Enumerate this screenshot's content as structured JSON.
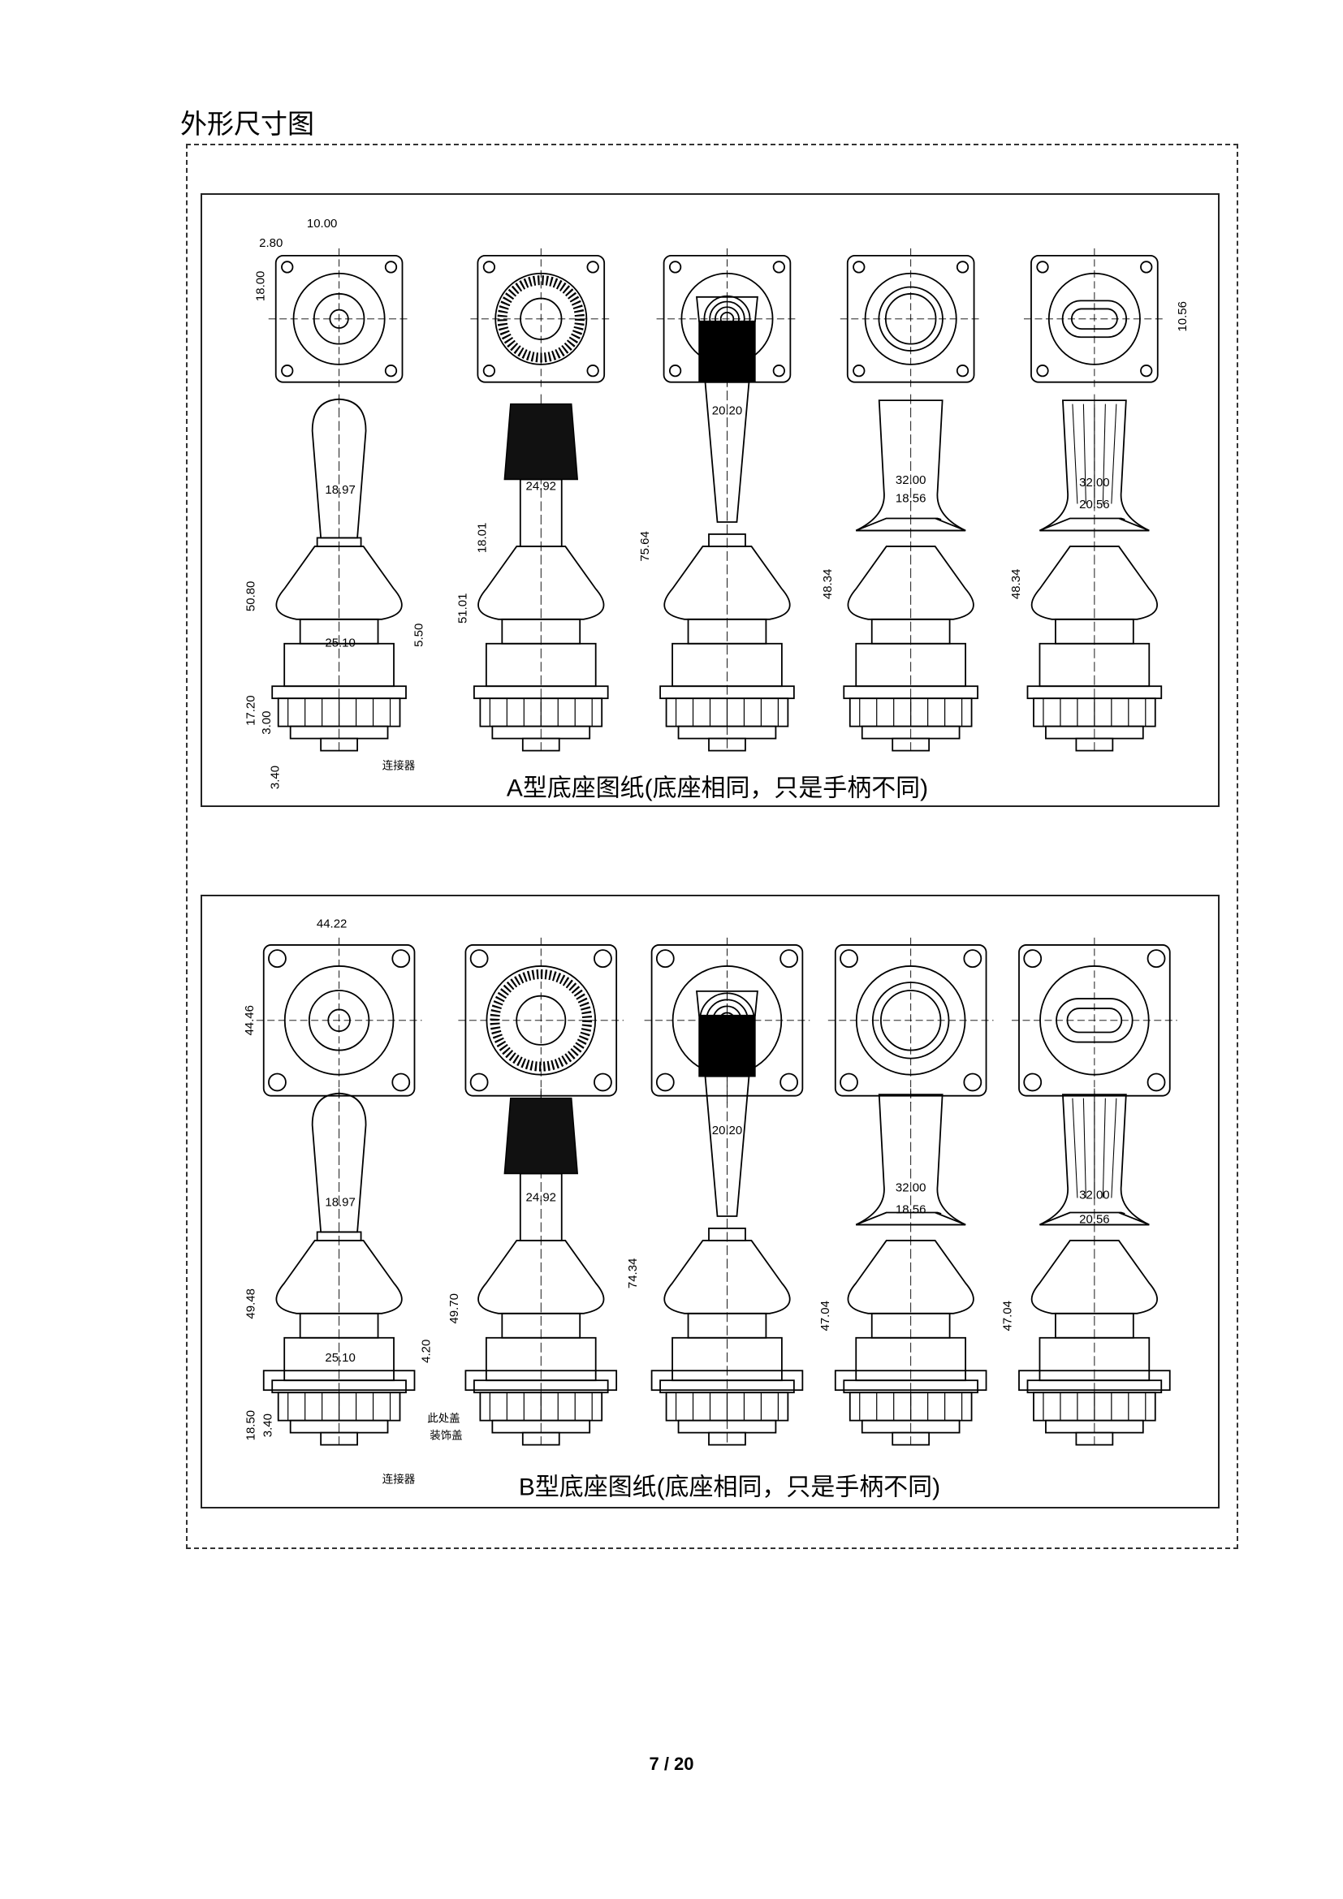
{
  "section_title": "外形尺寸图",
  "panels": [
    {
      "id": "A",
      "caption": "A型底座图纸(底座相同，只是手柄不同)",
      "labels": [
        "10.00",
        "2.80",
        "18.00",
        "10.56",
        "18.97",
        "50.80",
        "25.10",
        "5.50",
        "17.20",
        "3.00",
        "3.40",
        "连接器",
        "24.92",
        "18.01",
        "51.01",
        "20.20",
        "75.64",
        "32.00",
        "18.56",
        "48.34",
        "32.00",
        "20.56",
        "48.34"
      ]
    },
    {
      "id": "B",
      "caption": "B型底座图纸(底座相同，只是手柄不同)",
      "labels": [
        "44.22",
        "44.46",
        "20.20",
        "18.97",
        "24.92",
        "32.00",
        "18.56",
        "32.00",
        "20.56",
        "49.48",
        "49.70",
        "74.34",
        "47.04",
        "47.04",
        "25.10",
        "4.20",
        "18.50",
        "3.40",
        "此处盖",
        "装饰盖",
        "连接器"
      ]
    }
  ],
  "page_number": "7 / 20"
}
